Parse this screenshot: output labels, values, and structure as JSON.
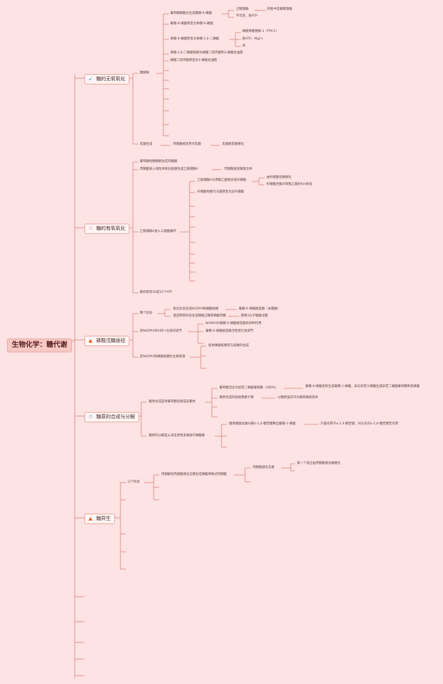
{
  "root": "生物化学：糖代谢",
  "branches": [
    {
      "label": "糖的无氧氧化",
      "icon": "paper-plane-icon",
      "children": [
        {
          "label": "糖酵解",
          "children": [
            {
              "label": "葡萄糖磷酸化生成葡糖-6-磷酸",
              "children": [
                {
                  "label": "己糖激酶",
                  "children": [
                    {
                      "label": "肝脏中是葡糖激酶"
                    }
                  ]
                },
                {
                  "label": "不可逆，耗ATP"
                }
              ]
            },
            {
              "label": "葡糖-6-磷酸转变为果糖-6-磷酸"
            },
            {
              "label": "果糖-6-磷酸转变为果糖-1,6-二磷酸",
              "children": [
                {
                  "label": "磷酸果糖激酶-1（PFK-1）"
                },
                {
                  "label": "耗ATP，Mg2+"
                },
                {
                  "label": "关"
                }
              ]
            },
            {
              "label": "果糖-1,6-二磷酸裂解为磷酸二羟丙酮和3-磷酸甘油醛"
            },
            {
              "label": "磷酸二羟丙酮转变为3-磷酸甘油醛"
            }
          ]
        },
        {
          "label": "乳酸生成",
          "children": [
            {
              "label": "丙酮酸被还原为乳酸",
              "children": [
                {
                  "label": "乳酸脱氢酶催化"
                }
              ]
            }
          ]
        }
      ]
    },
    {
      "label": "糖的有氧氧化",
      "icon": "star-icon",
      "children": [
        {
          "label": "葡萄糖经糖酵解生成丙酮酸"
        },
        {
          "label": "丙酮酸进入线粒体氧化脱羧生成乙酰辅酶A",
          "children": [
            {
              "label": "丙酮酸脱氢酶复合体"
            }
          ]
        },
        {
          "label": "乙酰辅酶A进入三羧酸循环",
          "children": [
            {
              "label": "乙酰辅酶A与草酰乙酸缩合成柠檬酸",
              "children": [
                {
                  "label": "由柠檬酸合酶催化"
                },
                {
                  "label": "柠檬酸合酶对草酰乙酸的Km很低"
                }
              ]
            },
            {
              "label": "柠檬酸经顺乌头酸转变为异柠檬酸"
            }
          ]
        },
        {
          "label": "最终获得30或32个ATP"
        }
      ]
    },
    {
      "label": "磷酸戊糖途径",
      "icon": "fire-icon",
      "children": [
        {
          "label": "两个阶段",
          "children": [
            {
              "label": "氧化阶段生成NADPH和磷酸核糖",
              "children": [
                {
                  "label": "葡糖-6-磷酸脱氢酶（关键酶）"
                }
              ]
            },
            {
              "label": "基团转移阶段生成磷酸己糖和磷酸丙糖",
              "children": [
                {
                  "label": "需要3分子磷酸戊糖"
                }
              ]
            }
          ]
        },
        {
          "label": "受NADPH/NADP+比值的调节",
          "children": [
            {
              "label": "NADPH对葡糖-6-磷酸脱氢酶有抑制作用"
            },
            {
              "label": "葡糖-6-磷酸脱氢酶活性受比值调节"
            }
          ]
        },
        {
          "label": "是NADPH和磷酸核糖的主要来源",
          "children": [
            {
              "label": "提供磷酸核糖参与核糖的合成"
            }
          ]
        }
      ]
    },
    {
      "label": "糖原的合成与分解",
      "icon": "star-outline-icon",
      "children": [
        {
          "label": "糖原合成是将葡萄糖连接成多聚体",
          "children": [
            {
              "label": "葡萄糖活化为尿苷二磷酸葡萄糖（UDPG）",
              "children": [
                {
                  "label": "葡糖-6-磷酸变构生成葡糖-1-磷酸，再与尿苷三磷酸生成尿苷二磷酸葡萄糖和焦磷酸"
                }
              ]
            },
            {
              "label": "糖原合成的起始需要引物",
              "children": [
                {
                  "label": "以糖原蛋白作为葡萄糖基受体"
                }
              ]
            }
          ]
        },
        {
          "label": "糖原的分解是从非还原性末端进行磷酸解",
          "children": [
            {
              "label": "糖原磷酸化酶分解α-1,4-糖苷键释出葡糖-1-磷酸",
              "children": [
                {
                  "label": "只能作用于α-1,4-糖苷键，对分支的α-1,6-糖苷键无作用"
                }
              ]
            }
          ]
        }
      ]
    },
    {
      "label": "糖异生",
      "icon": "fire-icon",
      "children": [
        {
          "label": "三个阶段",
          "children": [
            {
              "label": "丙酮酸经丙酮酸羧化支路生成磷酸烯醇式丙酮酸",
              "children": [
                {
                  "label": "丙酮酸羧化支路",
                  "children": [
                    {
                      "label": "第一个反应由丙酮酸羧化酶催化"
                    }
                  ]
                }
              ]
            }
          ]
        }
      ]
    }
  ]
}
